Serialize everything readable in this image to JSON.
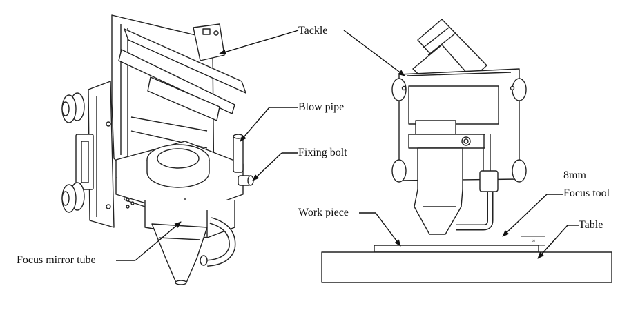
{
  "labels": {
    "tackle": "Tackle",
    "blow_pipe": "Blow pipe",
    "fixing_bolt": "Fixing bolt",
    "focus_mirror_tube": "Focus mirror tube",
    "focus_tool_size": "8mm",
    "focus_tool": "Focus tool",
    "work_piece": "Work piece",
    "table": "Table"
  },
  "dimension_mark": "8",
  "colors": {
    "line": "#222222",
    "background": "#ffffff"
  }
}
